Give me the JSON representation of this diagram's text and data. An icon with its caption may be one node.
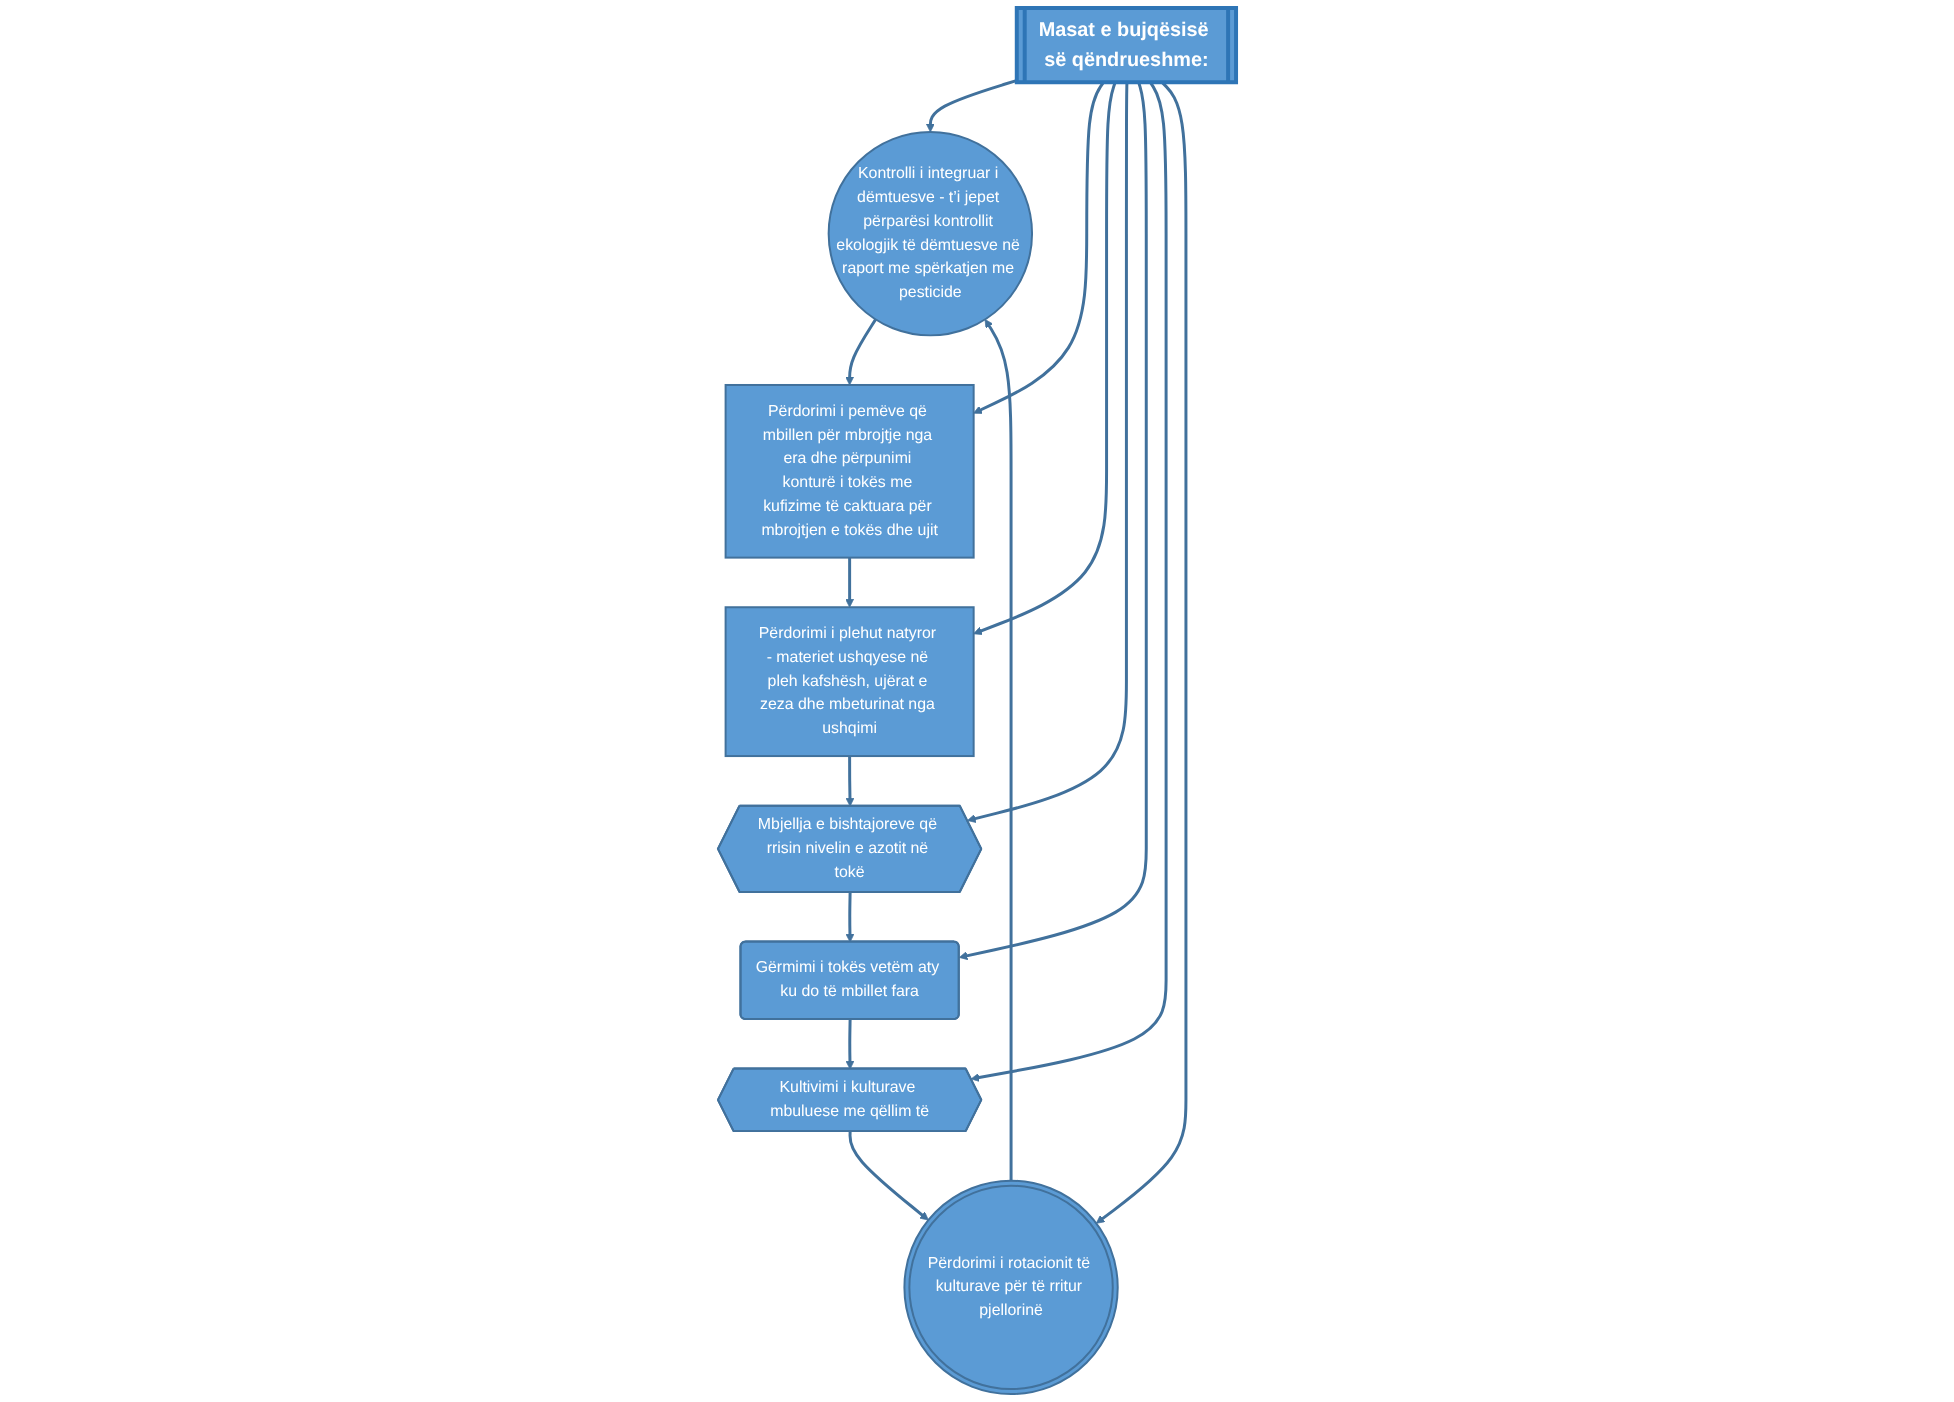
{
  "diagram": {
    "nodes": [
      {
        "text": [
          "Masat e bujqësisë së qëndrueshme:"
        ]
      },
      {
        "text": [
          "Kontrolli i integruar i dëmtuesve - t’i jepet përparësi kontrollit ekologjik të dëmtuesve në raport me spërkatjen me pesticide"
        ]
      },
      {
        "text": [
          "Përdorimi i pemëve që mbillen për mbrojtje nga era dhe përpunimi konturë i tokës me kufizime të caktuara për mbrojtjen e tokës dhe ujit"
        ]
      },
      {
        "text": [
          "Përdorimi i plehut natyror - materiet ushqyese në pleh kafshësh, ujërat e zeza dhe mbeturinat nga ushqimi"
        ]
      },
      {
        "text": [
          "Mbjellja e bishtajoreve që rrisin nivelin e azotit në tokë"
        ]
      },
      {
        "text": [
          "Gërmimi i tokës vetëm aty ku do të mbillet fara"
        ]
      },
      {
        "text": [
          "Kultivimi i kulturave mbuluese me qëllim të"
        ]
      },
      {
        "text": [
          "Përdorimi i rotacionit të kulturave për të rritur pjellorinë"
        ]
      }
    ],
    "edges": [
      {
        "from": 1,
        "to": 2,
        "arrow": "to"
      },
      {
        "from": 2,
        "to": 3,
        "arrow": "to"
      },
      {
        "from": 3,
        "to": 4,
        "arrow": "to"
      },
      {
        "from": 4,
        "to": 5,
        "arrow": "to"
      },
      {
        "from": 5,
        "to": 6,
        "arrow": "to"
      },
      {
        "from": 6,
        "to": 7,
        "arrow": "to"
      },
      {
        "from": 7,
        "to": 1,
        "arrow": "to"
      },
      {
        "from": 0,
        "to": 1,
        "arrow": "to"
      },
      {
        "from": 0,
        "to": 2,
        "arrow": "to"
      },
      {
        "from": 0,
        "to": 3,
        "arrow": "to"
      },
      {
        "from": 0,
        "to": 4,
        "arrow": "to"
      },
      {
        "from": 0,
        "to": 5,
        "arrow": "to"
      },
      {
        "from": 0,
        "to": 6,
        "arrow": "to"
      },
      {
        "from": 0,
        "to": 7,
        "arrow": "to"
      }
    ]
  }
}
